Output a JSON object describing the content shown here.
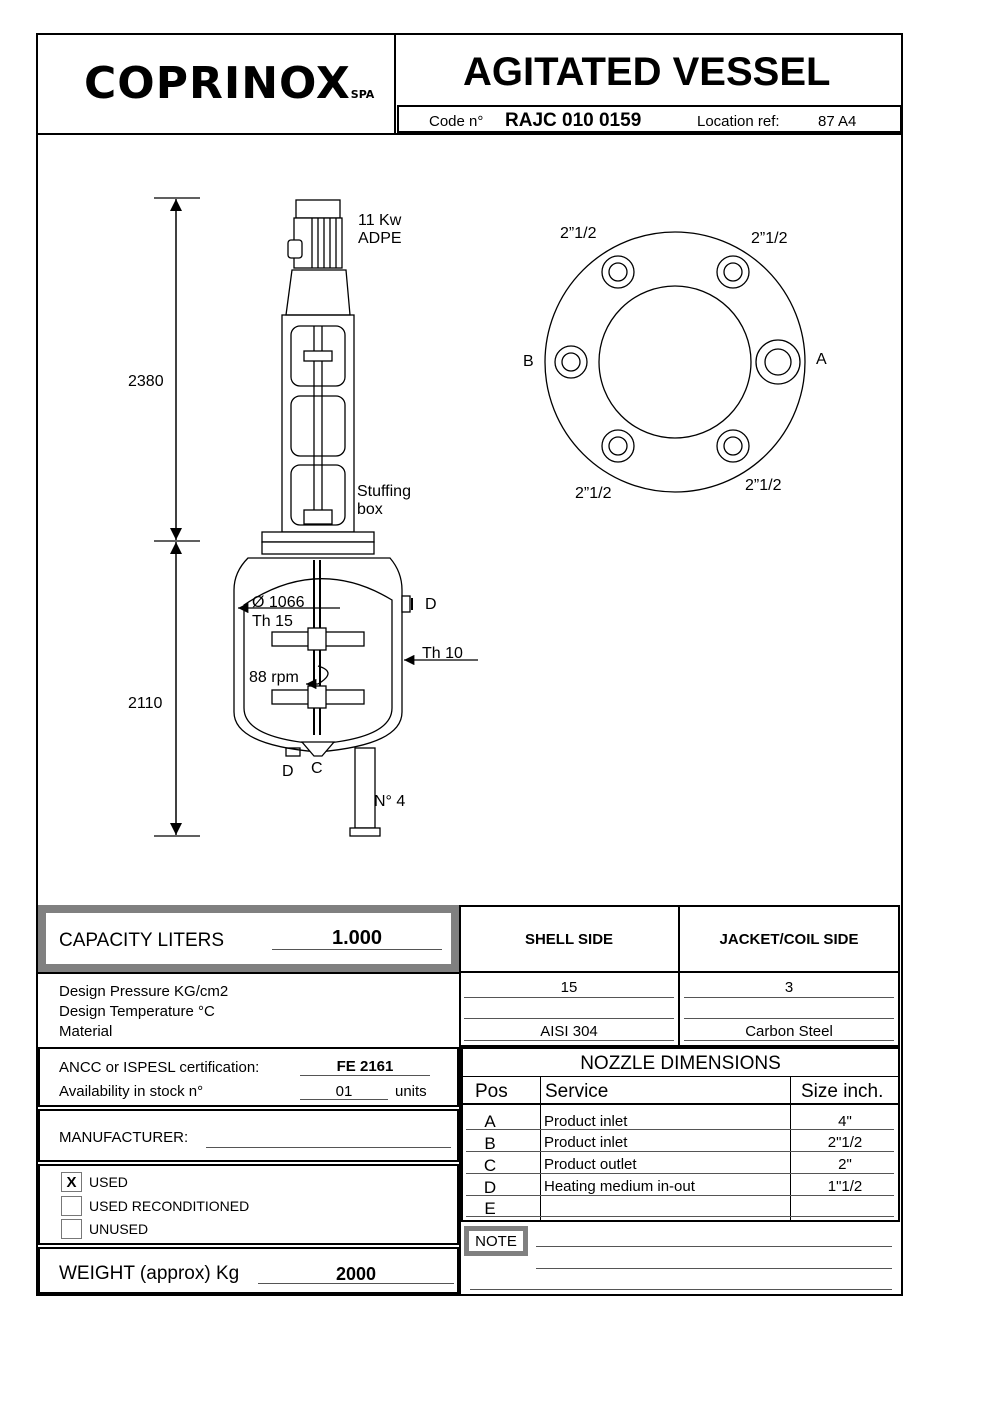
{
  "header": {
    "logo_text": "COPRINOX",
    "logo_suffix": "SPA",
    "title": "AGITATED VESSEL",
    "code_label": "Code  n°",
    "code_value": "RAJC 010 0159",
    "location_label": "Location ref:",
    "location_value": "87 A4"
  },
  "drawing": {
    "motor_power": "11 Kw",
    "motor_type": "ADPE",
    "dim_upper": "2380",
    "dim_lower": "2110",
    "stuffing_box_1": "Stuffing",
    "stuffing_box_2": "box",
    "diameter": "Ø 1066",
    "shell_thickness": "Th 15",
    "jacket_thickness": "Th 10",
    "speed": "88 rpm",
    "nozzle_d_side": "D",
    "nozzle_d_bottom": "D",
    "nozzle_c_bottom": "C",
    "legs": "N° 4",
    "top_view": {
      "label_a": "A",
      "label_b": "B",
      "size_top_left": "2”1/2",
      "size_top_right": "2”1/2",
      "size_bottom_left": "2”1/2",
      "size_bottom_right": "2”1/2"
    }
  },
  "capacity": {
    "label": "CAPACITY LITERS",
    "value": "1.000"
  },
  "sides": {
    "shell": "SHELL SIDE",
    "jacket": "JACKET/COIL SIDE"
  },
  "design": {
    "pressure_label": "Design  Pressure  KG/cm2",
    "temperature_label": "Design  Temperature   °C",
    "material_label": "Material",
    "shell_pressure": "15",
    "jacket_pressure": "3",
    "shell_temperature": "",
    "jacket_temperature": "",
    "shell_material": "AISI  304",
    "jacket_material": "Carbon Steel"
  },
  "certification": {
    "label": "ANCC  or  ISPESL certification:",
    "value": "FE 2161",
    "stock_label": "Availability in stock n°",
    "stock_value": "01",
    "stock_units": "units"
  },
  "manufacturer": {
    "label": "MANUFACTURER:",
    "value": ""
  },
  "condition": {
    "options": [
      {
        "label": "USED",
        "checked": "X"
      },
      {
        "label": "USED RECONDITIONED",
        "checked": ""
      },
      {
        "label": "UNUSED",
        "checked": ""
      }
    ]
  },
  "weight": {
    "label": "WEIGHT (approx) Kg",
    "value": "2000"
  },
  "nozzles": {
    "title": "NOZZLE  DIMENSIONS",
    "headers": {
      "pos": "Pos",
      "service": "Service",
      "size": "Size inch."
    },
    "rows": [
      {
        "pos": "A",
        "service": "Product inlet",
        "size": "4\""
      },
      {
        "pos": "B",
        "service": "Product inlet",
        "size": "2\"1/2"
      },
      {
        "pos": "C",
        "service": "Product outlet",
        "size": "2\""
      },
      {
        "pos": "D",
        "service": "Heating medium in-out",
        "size": "1\"1/2"
      },
      {
        "pos": "E",
        "service": "",
        "size": ""
      }
    ]
  },
  "note": {
    "label": "NOTE"
  }
}
